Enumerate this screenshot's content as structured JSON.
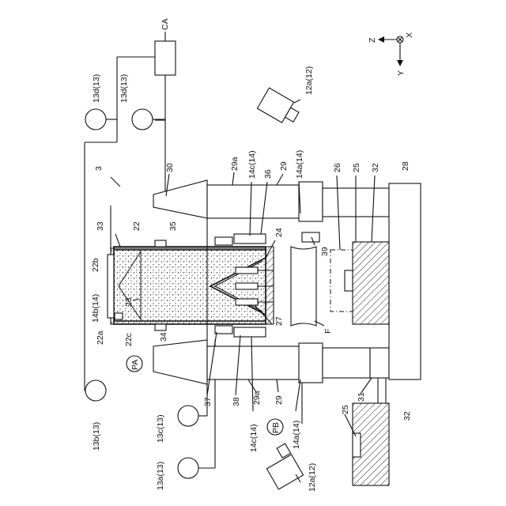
{
  "labels": {
    "CA": "CA",
    "z": "Z",
    "x": "X",
    "y": "Y",
    "m13d_a": "13d(13)",
    "m13d_b": "13d(13)",
    "m13b": "13b(13)",
    "m13c": "13c(13)",
    "m13a": "13a(13)",
    "cam_top": "12a(12)",
    "cam_bottom": "12a(12)",
    "n3": "3",
    "n30": "30",
    "n29a_top": "29a",
    "n14c_top": "14c(14)",
    "n36": "36",
    "n29_top": "29",
    "n14a_top": "14a(14)",
    "n26": "26",
    "n25_top": "25",
    "n32_top": "32",
    "n28": "28",
    "n33": "33",
    "n22": "22",
    "n35": "35",
    "n24": "24",
    "n39": "39",
    "n22b": "22b",
    "n14b": "14b(14)",
    "n23": "23",
    "n27": "27",
    "nF": "F",
    "n22a": "22a",
    "n22c": "22c",
    "n34": "34",
    "PA": "PA",
    "n37": "37",
    "n38": "38",
    "n29a_bot": "29a",
    "n29_bot": "29",
    "n31": "31",
    "n14c_bot": "14c(14)",
    "PB": "PB",
    "n14a_bot": "14a(14)",
    "n25_bot": "25",
    "n32_bot": "32"
  }
}
